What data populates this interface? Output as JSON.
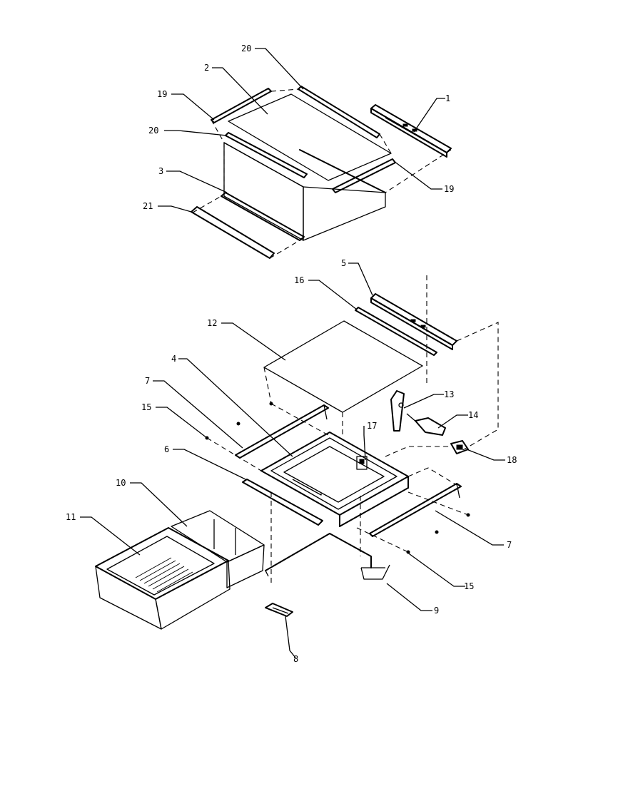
{
  "callouts": [
    {
      "id": "c1",
      "text": "1"
    },
    {
      "id": "c2",
      "text": "2"
    },
    {
      "id": "c3",
      "text": "3"
    },
    {
      "id": "c4",
      "text": "4"
    },
    {
      "id": "c5",
      "text": "5"
    },
    {
      "id": "c6",
      "text": "6"
    },
    {
      "id": "c7a",
      "text": "7"
    },
    {
      "id": "c7b",
      "text": "7"
    },
    {
      "id": "c8",
      "text": "8"
    },
    {
      "id": "c9",
      "text": "9"
    },
    {
      "id": "c10",
      "text": "10"
    },
    {
      "id": "c11",
      "text": "11"
    },
    {
      "id": "c12",
      "text": "12"
    },
    {
      "id": "c13",
      "text": "13"
    },
    {
      "id": "c14",
      "text": "14"
    },
    {
      "id": "c15a",
      "text": "15"
    },
    {
      "id": "c15b",
      "text": "15"
    },
    {
      "id": "c16",
      "text": "16"
    },
    {
      "id": "c17",
      "text": "17"
    },
    {
      "id": "c18",
      "text": "18"
    },
    {
      "id": "c19a",
      "text": "19"
    },
    {
      "id": "c19b",
      "text": "19"
    },
    {
      "id": "c20a",
      "text": "20"
    },
    {
      "id": "c20b",
      "text": "20"
    },
    {
      "id": "c21",
      "text": "21"
    }
  ]
}
